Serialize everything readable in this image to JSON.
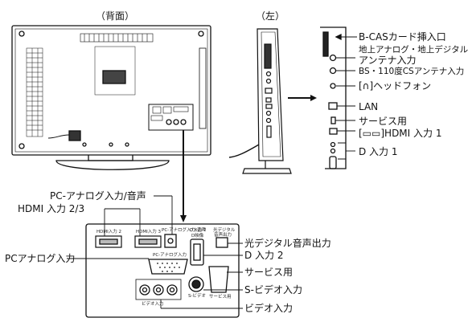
{
  "views": {
    "rear_title": "（背面）",
    "side_title": "（左）"
  },
  "side_callouts": [
    {
      "label": "B-CASカード挿入口"
    },
    {
      "label": "地上アナログ・地上デジタル"
    },
    {
      "label": "アンテナ入力"
    },
    {
      "label": "BS・110度CSアンテナ入力"
    },
    {
      "label": "[∩]ヘッドフォン"
    },
    {
      "label": "LAN"
    },
    {
      "label": "サービス用"
    },
    {
      "label": "[▭▭]HDMI 入力 1"
    },
    {
      "label": "D 入力 1"
    }
  ],
  "rear_callouts": {
    "pc_analog_audio": "PC-アナログ入力/音声",
    "hdmi_23": "HDMI 入力 2/3",
    "pc_analog": "PCアナログ入力",
    "optical_out": "光デジタル音声出力",
    "d_input2": "D 入力 2",
    "service": "サービス用",
    "s_video": "S-ビデオ入力",
    "video_in": "ビデオ入力"
  },
  "panel_labels": {
    "hdmi2": "HDMI入力 2",
    "hdmi3": "HDMI入力 3",
    "pc_audio": "PC-アナログ入力/音声",
    "d2": "D入力 2",
    "d2_sub": "D映像",
    "optical": "光デジタル",
    "optical_sub": "音声出力",
    "pc": "PC-アナログ入力",
    "video": "ビデオ入力",
    "s_video": "S-ビデオ",
    "service": "サービス用"
  }
}
